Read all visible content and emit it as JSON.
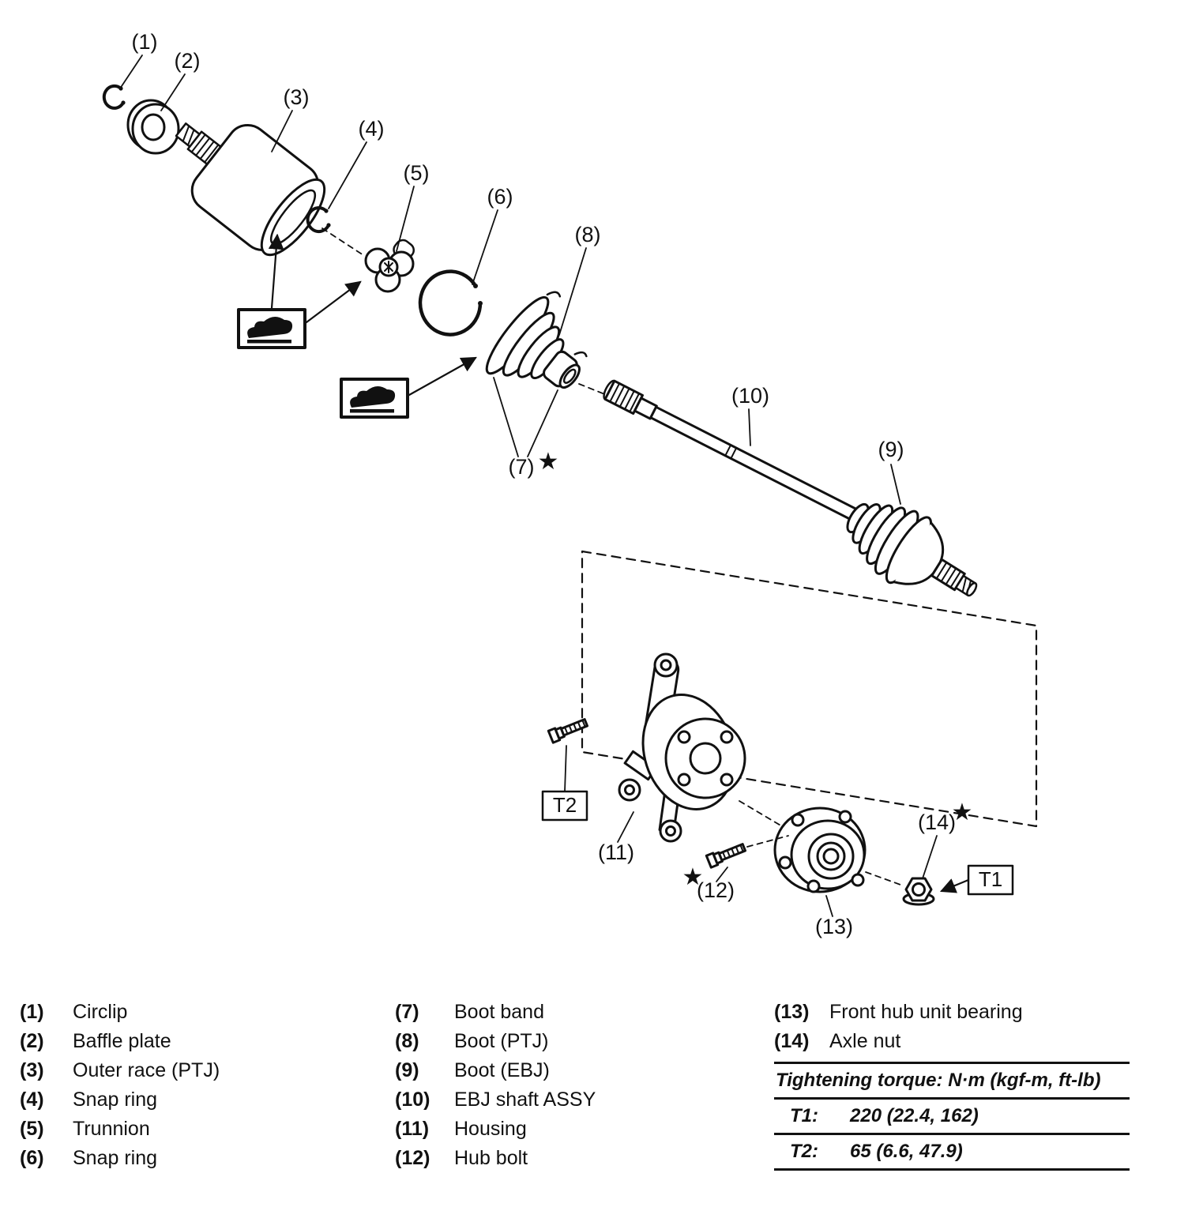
{
  "figure": {
    "star": "★",
    "callouts": {
      "c1": "(1)",
      "c2": "(2)",
      "c3": "(3)",
      "c4": "(4)",
      "c5": "(5)",
      "c6": "(6)",
      "c7": "(7)",
      "c8": "(8)",
      "c9": "(9)",
      "c10": "(10)",
      "c11": "(11)",
      "c12": "(12)",
      "c13": "(13)",
      "c14": "(14)"
    },
    "torque_tags": {
      "t1": "T1",
      "t2": "T2"
    },
    "icons": {
      "grease": "grease-application-symbol"
    }
  },
  "legend": {
    "items": [
      {
        "num": "(1)",
        "label": "Circlip"
      },
      {
        "num": "(2)",
        "label": "Baffle plate"
      },
      {
        "num": "(3)",
        "label": "Outer race (PTJ)"
      },
      {
        "num": "(4)",
        "label": "Snap ring"
      },
      {
        "num": "(5)",
        "label": "Trunnion"
      },
      {
        "num": "(6)",
        "label": "Snap ring"
      },
      {
        "num": "(7)",
        "label": "Boot band"
      },
      {
        "num": "(8)",
        "label": "Boot (PTJ)"
      },
      {
        "num": "(9)",
        "label": "Boot (EBJ)"
      },
      {
        "num": "(10)",
        "label": "EBJ shaft ASSY"
      },
      {
        "num": "(11)",
        "label": "Housing"
      },
      {
        "num": "(12)",
        "label": "Hub bolt"
      },
      {
        "num": "(13)",
        "label": "Front hub unit bearing"
      },
      {
        "num": "(14)",
        "label": "Axle nut"
      }
    ]
  },
  "torque_table": {
    "title": "Tightening torque: N·m (kgf-m, ft-lb)",
    "rows": [
      {
        "id": "T1:",
        "value": "220 (22.4, 162)"
      },
      {
        "id": "T2:",
        "value": "65 (6.6, 47.9)"
      }
    ]
  }
}
